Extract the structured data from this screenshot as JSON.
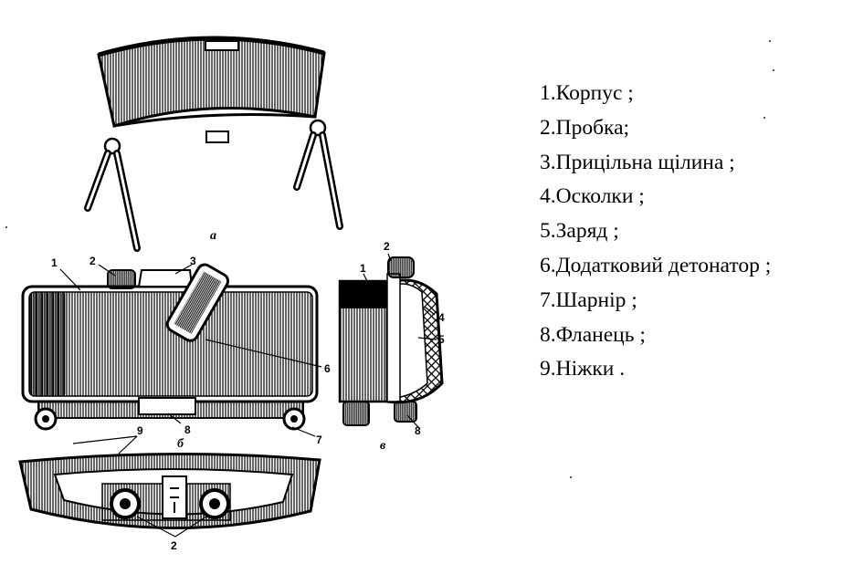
{
  "legend": {
    "items": [
      "1.Корпус ;",
      "2.Пробка;",
      "3.Прицільна щілина ;",
      "4.Осколки ;",
      "5.Заряд ;",
      "6.Додатковий детонатор ;",
      "7.Шарнір ;",
      "8.Фланець ;",
      "9.Ніжки ."
    ]
  },
  "views": {
    "a": "а",
    "b": "б",
    "c": "в"
  },
  "callouts": {
    "front_body": "1",
    "front_plug": "2",
    "front_sight": "3",
    "front_detonator": "6",
    "front_flange": "8",
    "front_hinge": "7",
    "front_legs": "9",
    "side_body": "1",
    "side_plug": "2",
    "side_fragments": "4",
    "side_charge": "5",
    "side_flange": "8",
    "bottom_plug": "2"
  }
}
